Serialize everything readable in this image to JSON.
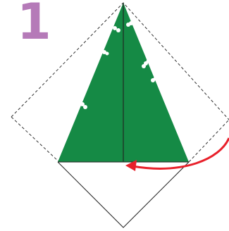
{
  "step": {
    "number": "1"
  },
  "colors": {
    "step_number": "#b57ab8",
    "tree_fill": "#158a45",
    "dots": "#ffffff",
    "arrow": "#e8202a",
    "outline": "#222222"
  },
  "icons": {
    "fold_arrow": "curved-arrow-pointing-left",
    "paper_shape": "diamond-square-paper"
  }
}
